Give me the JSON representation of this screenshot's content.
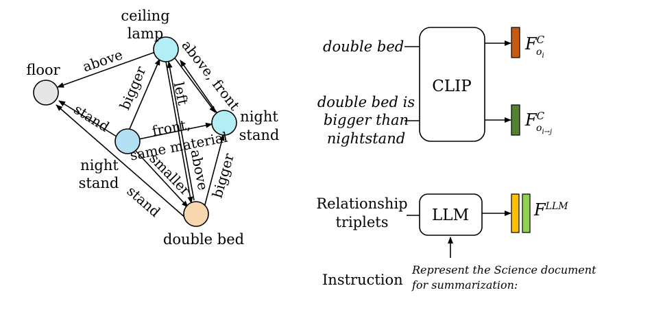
{
  "graph": {
    "nodes": {
      "ceiling_lamp": {
        "label_line1": "ceiling",
        "label_line2": "lamp",
        "color": "#b3eef5"
      },
      "floor": {
        "label": "floor",
        "color": "#e6e6e6"
      },
      "night_stand": {
        "label_line1": "night",
        "label_line2": "stand",
        "color": "#b3eef5"
      },
      "center": {
        "label_line1": "night",
        "label_line2": "stand",
        "color": "#b3e0f5"
      },
      "double_bed": {
        "label": "double bed",
        "color": "#f7d7ad"
      }
    },
    "edges": {
      "lamp_floor": "above",
      "lamp_night": "above, front",
      "center_lamp": "bigger",
      "bed_lamp": "left",
      "center_floor": "stand",
      "center_night_1": "front,",
      "center_night_2": "same material",
      "center_bed": "smaller",
      "lamp_bed": "above",
      "bed_night": "bigger",
      "bed_floor": "stand"
    }
  },
  "clip": {
    "box_label": "CLIP",
    "input_1": "double bed",
    "input_2_line1": "double bed is",
    "input_2_line2": "bigger than",
    "input_2_line3": "nightstand",
    "feat_1_main": "F",
    "feat_1_sup": "C",
    "feat_1_sub": "o",
    "feat_1_subsub": "i",
    "feat_2_main": "F",
    "feat_2_sup": "C",
    "feat_2_sub": "o",
    "feat_2_subsub": "i→j",
    "bar_1_color": "#c55a11",
    "bar_2_color": "#548235"
  },
  "llm": {
    "box_label": "LLM",
    "input_line1": "Relationship",
    "input_line2": "triplets",
    "instruction_label": "Instruction",
    "instruction_line1": "Represent the Science document",
    "instruction_line2": "for summarization:",
    "feat_main": "F",
    "feat_sup": "LLM",
    "bar_1_color": "#ffc000",
    "bar_2_color": "#92d050"
  }
}
